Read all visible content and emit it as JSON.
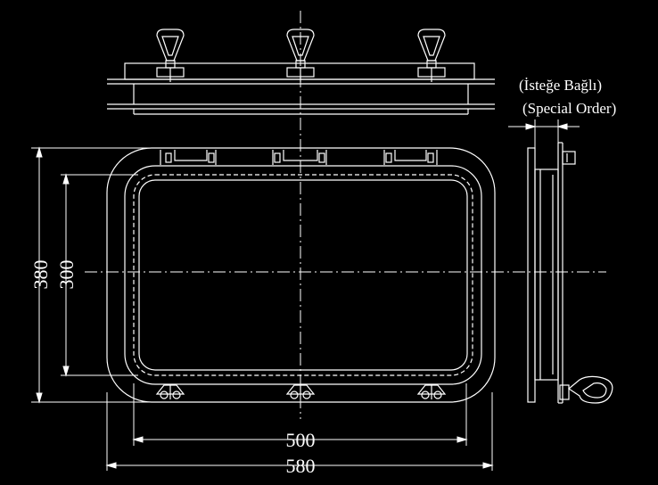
{
  "dimensions": {
    "height_outer": "380",
    "height_inner": "300",
    "width_inner": "500",
    "width_outer": "580"
  },
  "note": {
    "line1": "(İsteğe Bağlı)",
    "line2": "(Special Order)"
  }
}
